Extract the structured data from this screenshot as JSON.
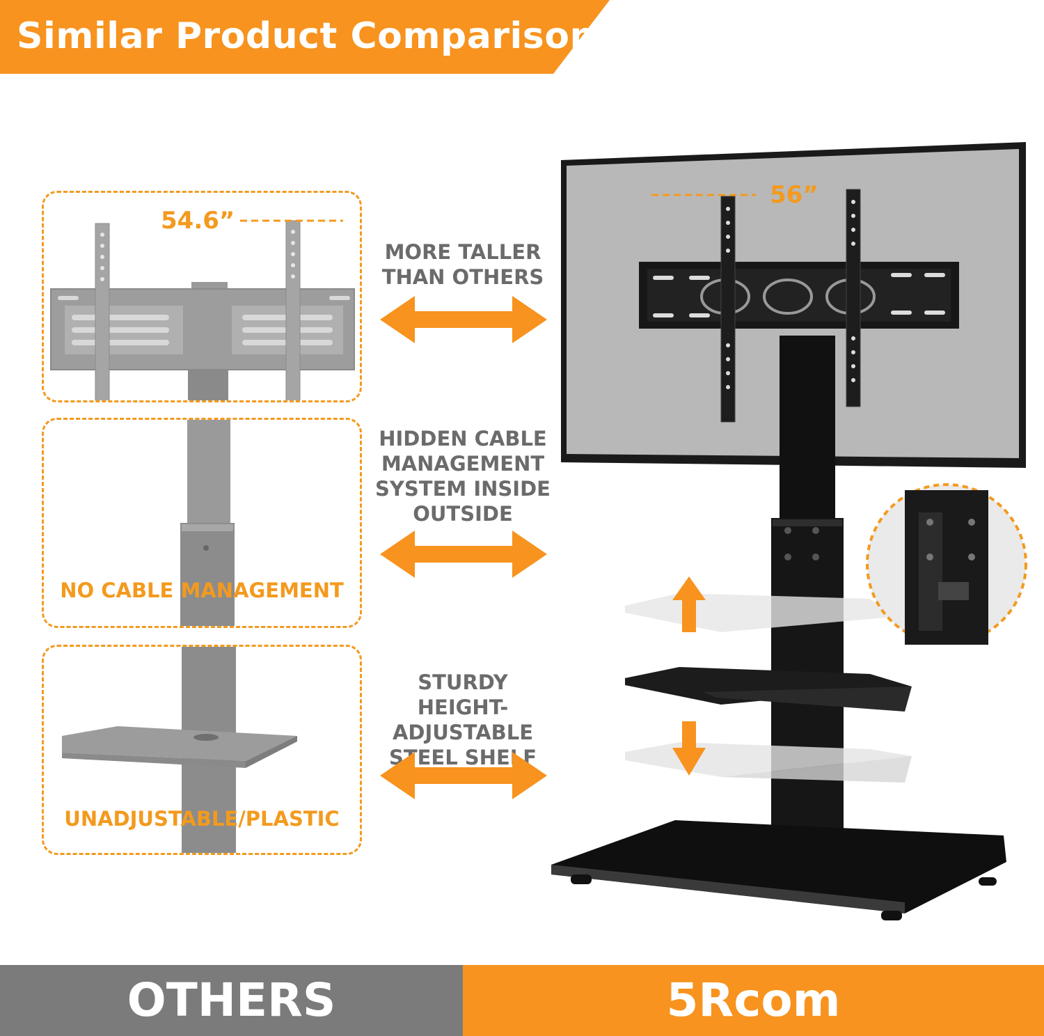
{
  "header": {
    "title": "Similar Product Comparison"
  },
  "colors": {
    "accent": "#f7931e",
    "gray": "#7b7b7b",
    "text_gray": "#6b6b6b"
  },
  "others": {
    "width_label": "54.6”",
    "cable_label": "NO CABLE MANAGEMENT",
    "shelf_label": "UNADJUSTABLE/PLASTIC"
  },
  "comparisons": [
    {
      "text": "MORE TALLER\nTHAN OTHERS"
    },
    {
      "text": "HIDDEN CABLE\nMANAGEMENT\nSYSTEM INSIDE\nOUTSIDE"
    },
    {
      "text": "STURDY HEIGHT-\nADJUSTABLE\nSTEEL SHELF"
    }
  ],
  "product": {
    "width_label": "56”"
  },
  "footer": {
    "left_label": "OTHERS",
    "right_label": "5Rcom"
  }
}
